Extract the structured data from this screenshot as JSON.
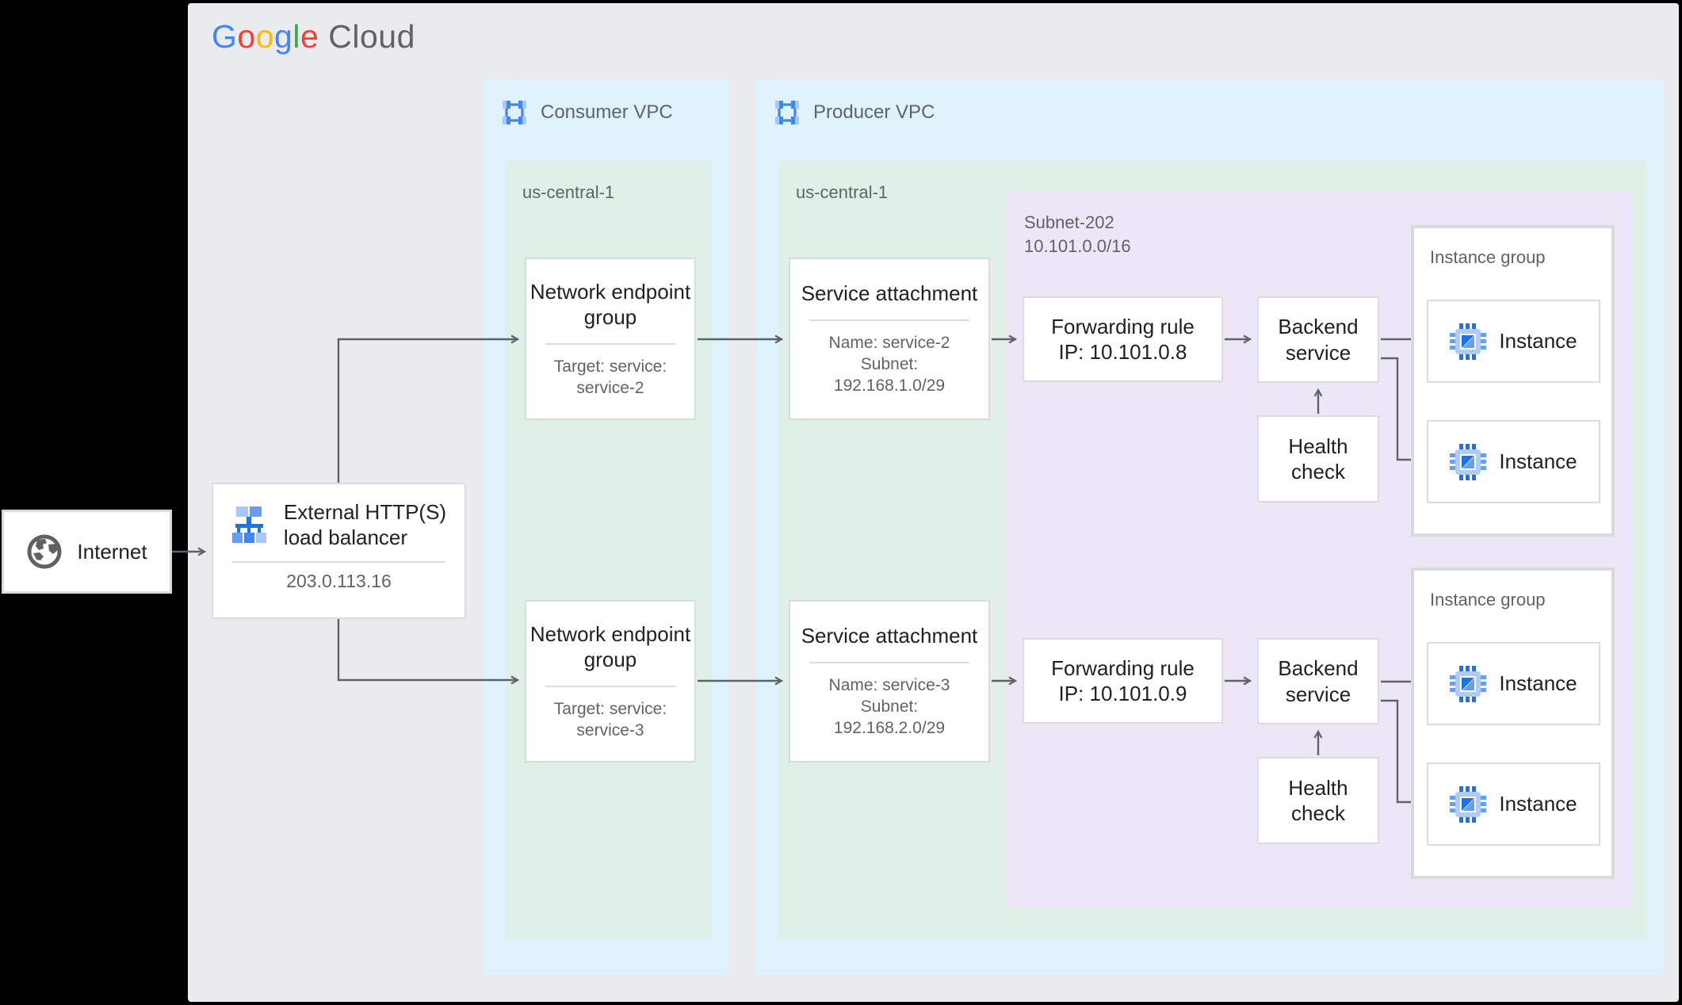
{
  "logo": {
    "letters": [
      {
        "ch": "G"
      },
      {
        "ch": "o"
      },
      {
        "ch": "o"
      },
      {
        "ch": "g"
      },
      {
        "ch": "l"
      },
      {
        "ch": "e"
      }
    ],
    "suffix": "Cloud"
  },
  "regions": {
    "consumer_vpc": {
      "label": "Consumer VPC",
      "region": "us-central-1"
    },
    "producer_vpc": {
      "label": "Producer VPC",
      "region": "us-central-1"
    },
    "subnet": {
      "name": "Subnet-202",
      "cidr": "10.101.0.0/16"
    }
  },
  "internet": {
    "label": "Internet"
  },
  "load_balancer": {
    "title_line1": "External HTTP(S)",
    "title_line2": "load balancer",
    "ip": "203.0.113.16"
  },
  "paths": [
    {
      "neg": {
        "title": "Network endpoint group",
        "detail_line1": "Target: service:",
        "detail_line2": "service-2"
      },
      "service_attachment": {
        "title": "Service attachment",
        "detail_line1": "Name: service-2",
        "detail_line2": "Subnet:",
        "detail_line3": "192.168.1.0/29"
      },
      "forwarding_rule": {
        "line1": "Forwarding rule",
        "line2": "IP: 10.101.0.8"
      },
      "backend_service": {
        "label": "Backend service"
      },
      "health_check": {
        "label": "Health check"
      },
      "instance_group": {
        "label": "Instance group",
        "instances": [
          "Instance",
          "Instance"
        ]
      }
    },
    {
      "neg": {
        "title": "Network endpoint group",
        "detail_line1": "Target: service:",
        "detail_line2": "service-3"
      },
      "service_attachment": {
        "title": "Service attachment",
        "detail_line1": "Name: service-3",
        "detail_line2": "Subnet:",
        "detail_line3": "192.168.2.0/29"
      },
      "forwarding_rule": {
        "line1": "Forwarding rule",
        "line2": "IP: 10.101.0.9"
      },
      "backend_service": {
        "label": "Backend service"
      },
      "health_check": {
        "label": "Health check"
      },
      "instance_group": {
        "label": "Instance group",
        "instances": [
          "Instance",
          "Instance"
        ]
      }
    }
  ],
  "colors": {
    "canvas": "#E9EBEE",
    "vpc_fill": "#DFF3FC",
    "region_fill": "#E1F0E7",
    "subnet_fill": "#ECE6F6",
    "node_border": "#DADCE0",
    "text_primary": "#202124",
    "text_secondary": "#5F6368",
    "arrow": "#5F6368",
    "google_blue": "#4285F4",
    "google_red": "#EA4335",
    "google_yellow": "#FBBC04",
    "google_green": "#34A853"
  }
}
